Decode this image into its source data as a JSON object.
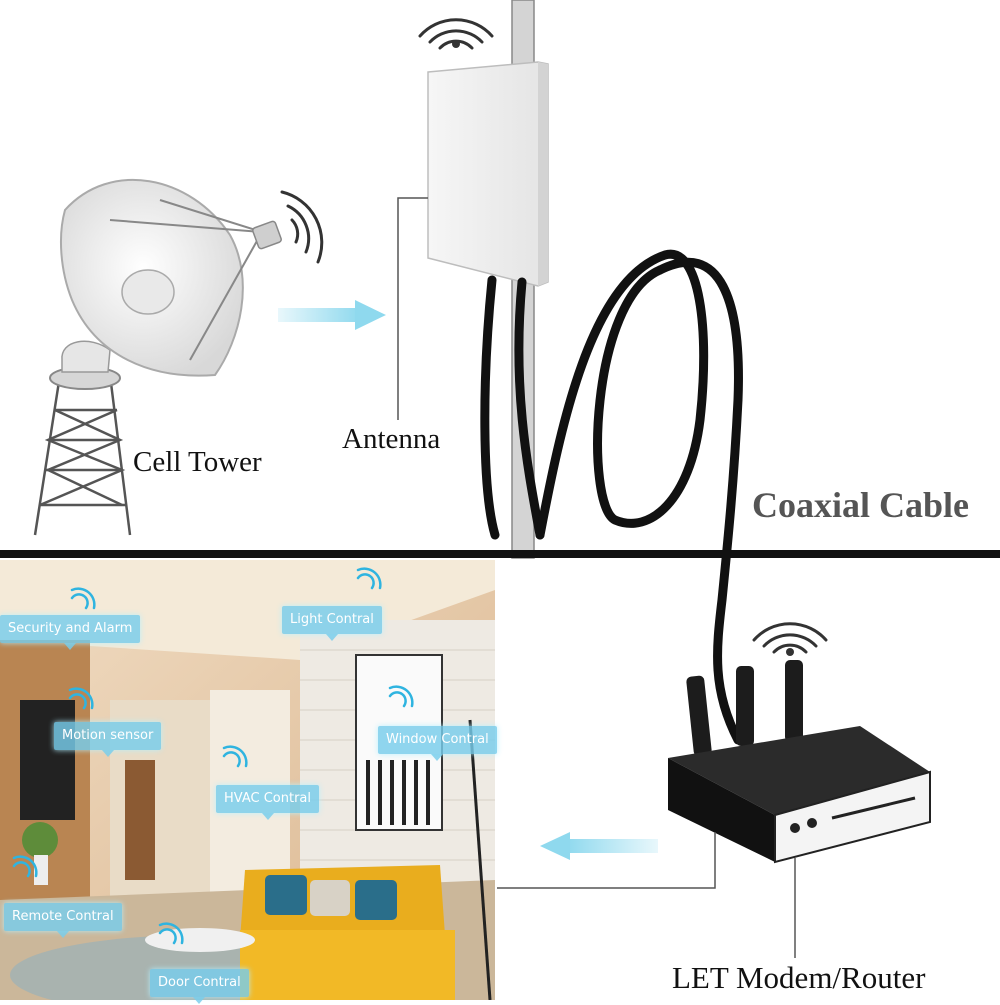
{
  "labels": {
    "cell_tower": "Cell Tower",
    "antenna": "Antenna",
    "coaxial_cable": "Coaxial Cable",
    "router": "LET Modem/Router"
  },
  "room_tags": {
    "security": "Security and Alarm",
    "light": "Light Contral",
    "motion": "Motion sensor",
    "window": "Window Contral",
    "hvac": "HVAC Contral",
    "remote": "Remote Contral",
    "door": "Door Contral"
  },
  "colors": {
    "arrow": "#8fd9ee",
    "tag": "#78cdeb",
    "cable": "#111111",
    "divider": "#111111"
  },
  "icons": [
    "wifi-icon",
    "satellite-dish-icon",
    "antenna-panel-icon",
    "router-icon",
    "arrow-right-icon",
    "arrow-left-icon"
  ]
}
